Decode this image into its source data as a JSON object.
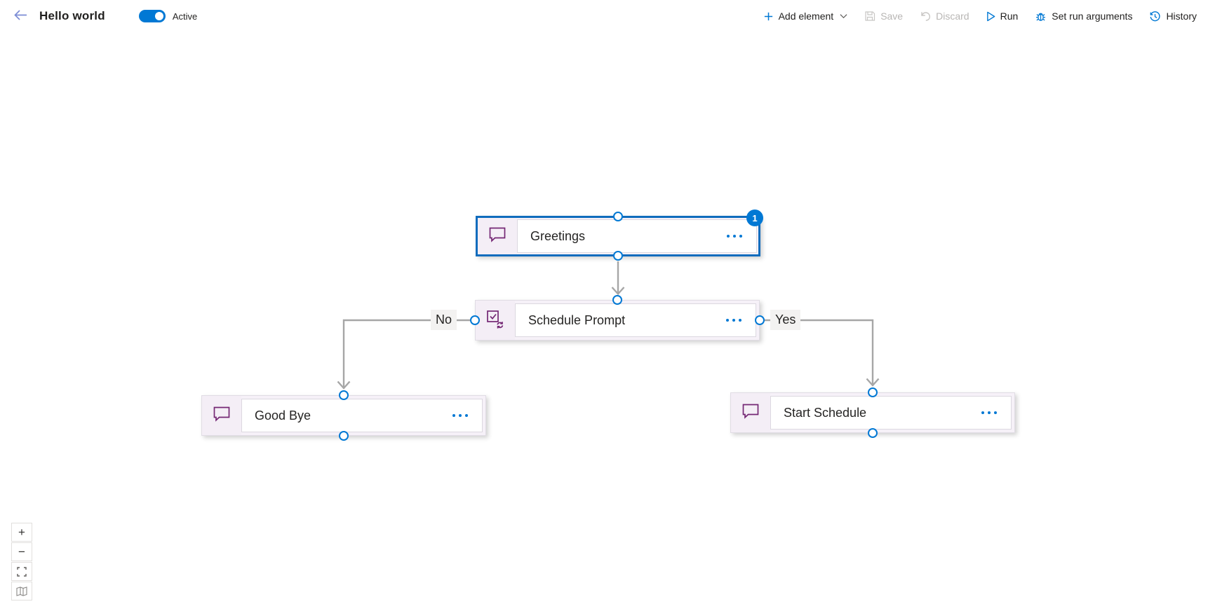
{
  "header": {
    "title": "Hello world",
    "toggle": {
      "label": "Active",
      "state": "on"
    }
  },
  "toolbar": {
    "items": [
      {
        "id": "add-element",
        "label": "Add element",
        "disabled": false
      },
      {
        "id": "save",
        "label": "Save",
        "disabled": true
      },
      {
        "id": "discard",
        "label": "Discard",
        "disabled": true
      },
      {
        "id": "run",
        "label": "Run",
        "disabled": false
      },
      {
        "id": "set-run-arguments",
        "label": "Set run arguments",
        "disabled": false
      },
      {
        "id": "history",
        "label": "History",
        "disabled": false
      }
    ]
  },
  "canvas": {
    "nodes": [
      {
        "id": "greetings",
        "title": "Greetings",
        "type": "message",
        "selected": true,
        "badge": "1"
      },
      {
        "id": "schedule-prompt",
        "title": "Schedule Prompt",
        "type": "prompt",
        "selected": false
      },
      {
        "id": "good-bye",
        "title": "Good Bye",
        "type": "message",
        "selected": false
      },
      {
        "id": "start-schedule",
        "title": "Start Schedule",
        "type": "message",
        "selected": false
      }
    ],
    "connectors": [
      {
        "from": "greetings",
        "to": "schedule-prompt",
        "label": ""
      },
      {
        "from": "schedule-prompt",
        "to": "good-bye",
        "label": "No"
      },
      {
        "from": "schedule-prompt",
        "to": "start-schedule",
        "label": "Yes"
      }
    ]
  },
  "zoom_controls": {
    "zoom_in": "+",
    "zoom_out": "−",
    "fit": "fit-to-screen",
    "minimap": "minimap"
  },
  "colors": {
    "accent": "#0078d4",
    "selection": "#0f6cbd",
    "connector": "#a6a6a6",
    "node-icon": "#742774",
    "icon-bg": "#f4eef6",
    "label-bg": "#f3f2f1",
    "text": "#201f1e",
    "disabled": "#b8b6b4"
  }
}
